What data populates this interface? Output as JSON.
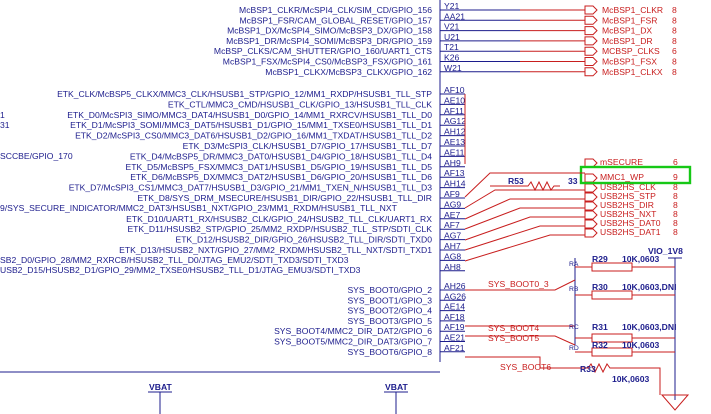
{
  "group_a": {
    "pins": [
      {
        "fn": "McBSP1_CLKR/McSPI4_CLK/SIM_CD/GPIO_156",
        "ball": "Y21",
        "net": "McBSP1_CLKR",
        "ref": "8"
      },
      {
        "fn": "McBSP1_FSR/CAM_GLOBAL_RESET/GPIO_157",
        "ball": "AA21",
        "net": "McBSP1_FSR",
        "ref": "8"
      },
      {
        "fn": "McBSP1_DX/McSPI4_SIMO/McBSP3_DX/GPIO_158",
        "ball": "V21",
        "net": "McBSP1_DX",
        "ref": "8"
      },
      {
        "fn": "McBSP1_DR/McSPI4_SOMI/McBSP3_DR/GPIO_159",
        "ball": "U21",
        "net": "McBSP1_DR",
        "ref": "8"
      },
      {
        "fn": "McBSP_CLKS/CAM_SHUTTER/GPIO_160/UART1_CTS",
        "ball": "T21",
        "net": "MCBSP_CLKS",
        "ref": "6"
      },
      {
        "fn": "McBSP1_FSX/McSPI4_CS0/McBSP3_FSX/GPIO_161",
        "ball": "K26",
        "net": "McBSP1_FSX",
        "ref": "8"
      },
      {
        "fn": "McBSP1_CLKX/McBSP3_CLKX/GPIO_162",
        "ball": "W21",
        "net": "McBSP1_CLKX",
        "ref": "8"
      }
    ]
  },
  "group_b": {
    "side_texts": [
      "1",
      "31",
      "SCCBE/GPIO_170",
      "9/SYS_SECURE_INDICATOR/MMC2_DAT3/HSUSB1_NXT/GPIO_23/MM1_RXDM/HSUSB1_TLL_NXT",
      "SB2_D0/GPIO_28/MM2_RXRCB/HSUSB2_TLL_D0/JTAG_EMU2/SDTI_TXD3/SDTI_TXD3",
      "USB2_D15/HSUSB2_D1/GPIO_29/MM2_TXSE0/HSUSB2_TLL_D1/JTAG_EMU3/SDTI_TXD3"
    ],
    "pins": [
      {
        "fn": "ETK_CLK/McBSP5_CLKX/MMC3_CLK/HSUSB1_STP/GPIO_12/MM1_RXDP/HSUSB1_TLL_STP",
        "ball": "AF10"
      },
      {
        "fn": "ETK_CTL/MMC3_CMD/HSUSB1_CLK/GPIO_13/HSUSB1_TLL_CLK",
        "ball": "AE10"
      },
      {
        "fn": "ETK_D0/McSPI3_SIMO/MMC3_DAT4/HSUSB1_D0/GPIO_14/MM1_RXRCV/HSUSB1_TLL_D0",
        "ball": "AF11"
      },
      {
        "fn": "ETK_D1/McSPI3_SOMI/MMC3_DAT5/HSUSB1_D1/GPIO_15/MM1_TXSE0/HSUSB1_TLL_D1",
        "ball": "AG12"
      },
      {
        "fn": "ETK_D2/McSPI3_CS0/MMC3_DAT6/HSUSB1_D2/GPIO_16/MM1_TXDAT/HSUSB1_TLL_D2",
        "ball": "AH12"
      },
      {
        "fn": "ETK_D3/McSPI3_CLK/HSUSB1_D7/GPIO_17/HSUSB1_TLL_D7",
        "ball": "AE13"
      },
      {
        "fn": "ETK_D4/McBSP5_DR/MMC3_DAT0/HSUSB1_D4/GPIO_18/HSUSB1_TLL_D4",
        "ball": "AE11"
      },
      {
        "fn": "ETK_D5/McBSP5_FSX/MMC3_DAT1/HSUSB1_D5/GPIO_19/HSUSB1_TLL_D5",
        "ball": "AH9"
      },
      {
        "fn": "ETK_D6/McBSP5_DX/MMC3_DAT2/HSUSB1_D6/GPIO_20/HSUSB1_TLL_D6",
        "ball": "AF13"
      },
      {
        "fn": "ETK_D7/McSPI3_CS1/MMC3_DAT7/HSUSB1_D3/GPIO_21/MM1_TXEN_N/HSUSB1_TLL_D3",
        "ball": "AH14"
      },
      {
        "fn": "ETK_D8/SYS_DRM_MSECURE/HSUSB1_DIR/GPIO_22/HSUSB1_TLL_DIR",
        "ball": "AF9"
      },
      {
        "fn": "",
        "ball": "AG9"
      },
      {
        "fn": "ETK_D10/UART1_RX/HSUSB2_CLK/GPIO_24/HSUSB2_TLL_CLK/UART1_RX",
        "ball": "AE7"
      },
      {
        "fn": "ETK_D11/HSUSB2_STP/GPIO_25/MM2_RXDP/HSUSB2_TLL_STP/SDTI_CLK",
        "ball": "AF7"
      },
      {
        "fn": "ETK_D12/HSUSB2_DIR/GPIO_26/HSUSB2_TLL_DIR/SDTI_TXD0",
        "ball": "AG7"
      },
      {
        "fn": "ETK_D13/HSUSB2_NXT/GPIO_27/MM2_RXDM/HSUSB2_TLL_NXT/SDTI_TXD1",
        "ball": "AH7"
      },
      {
        "fn": "",
        "ball": "AG8"
      },
      {
        "fn": "",
        "ball": "AH8"
      }
    ]
  },
  "group_c": {
    "pins": [
      {
        "fn": "SYS_BOOT0/GPIO_2",
        "ball": "AH26"
      },
      {
        "fn": "SYS_BOOT1/GPIO_3",
        "ball": "AG26"
      },
      {
        "fn": "SYS_BOOT2/GPIO_4",
        "ball": "AE14"
      },
      {
        "fn": "SYS_BOOT3/GPIO_5",
        "ball": "AF18"
      },
      {
        "fn": "SYS_BOOT4/MMC2_DIR_DAT2/GPIO_6",
        "ball": "AF19"
      },
      {
        "fn": "SYS_BOOT5/MMC2_DIR_DAT3/GPIO_7",
        "ball": "AE21"
      },
      {
        "fn": "SYS_BOOT6/GPIO_8",
        "ball": "AF21"
      }
    ]
  },
  "right_nets": [
    {
      "name": "mSECURE",
      "ref": "6"
    },
    {
      "name": "MMC1_WP",
      "ref": "9"
    },
    {
      "name": "USB2HS_CLK",
      "ref": "8"
    },
    {
      "name": "USB2HS_STP",
      "ref": "8"
    },
    {
      "name": "USB2HS_DIR",
      "ref": "8"
    },
    {
      "name": "USB2HS_NXT",
      "ref": "8"
    },
    {
      "name": "USB2HS_DAT0",
      "ref": "8"
    },
    {
      "name": "USB2HS_DAT1",
      "ref": "8"
    }
  ],
  "boot_nets": {
    "boot0": "SYS_BOOT0_3",
    "boot4": "SYS_BOOT4",
    "boot5": "SYS_BOOT5",
    "boot6": "SYS_BOOT6"
  },
  "components": {
    "r53": {
      "ref": "R53",
      "value": "33"
    },
    "vio": "VIO_1V8",
    "r29": {
      "tag": "RA",
      "ref": "R29",
      "value": "10K,0603"
    },
    "r30": {
      "tag": "RB",
      "ref": "R30",
      "value": "10K,0603,DNI"
    },
    "r31": {
      "tag": "RC",
      "ref": "R31",
      "value": "10K,0603,DNI"
    },
    "r32": {
      "tag": "RD",
      "ref": "R32",
      "value": "10K,0603"
    },
    "r33": {
      "ref": "R33",
      "value": "10K,0603"
    }
  },
  "power": {
    "left": "VBAT",
    "right": "VBAT"
  },
  "colors": {
    "chip": "#1c1c8c",
    "net": "#c81e1e",
    "highlight": "#16c816"
  }
}
